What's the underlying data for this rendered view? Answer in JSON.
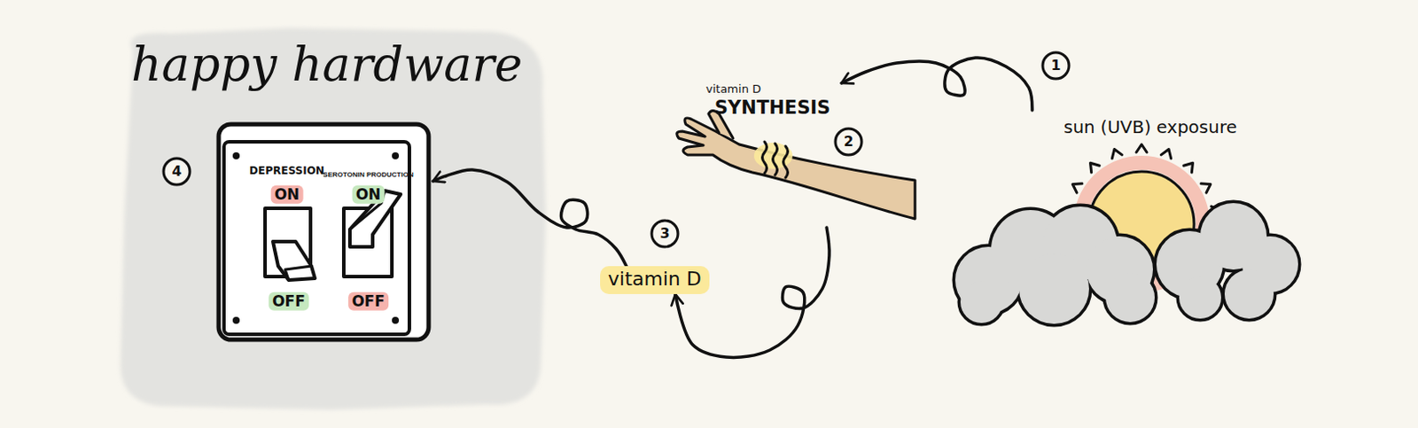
{
  "diagram": {
    "title": "happy hardware",
    "nodes": [
      {
        "text": [
          "DEPRESSION",
          "ON",
          "OFF",
          "SEROTONIN PRODUCTION",
          "ON",
          "OFF"
        ]
      },
      {
        "text": [
          "vitamin D"
        ]
      },
      {
        "text": [
          "vitamin D",
          "SYNTHESIS"
        ]
      },
      {
        "text": [
          "sun (UVB) exposure"
        ]
      }
    ],
    "edges": [
      {
        "from": 3,
        "to": 2,
        "arrow": "to"
      },
      {
        "from": 2,
        "to": 1,
        "arrow": "to"
      },
      {
        "from": 1,
        "to": 0,
        "arrow": "to"
      }
    ],
    "labels": [
      "1",
      "2",
      "3",
      "4"
    ]
  }
}
